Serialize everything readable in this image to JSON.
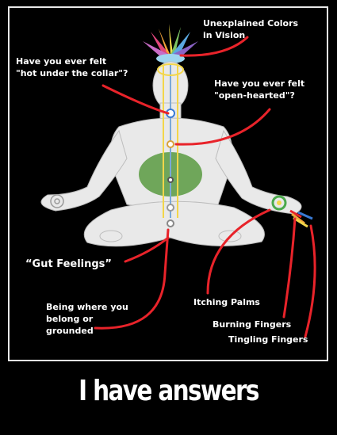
{
  "poster": {
    "labels": {
      "colors": "Unexplained Colors\nin Vision",
      "collar": "Have you ever felt\n\"hot under the collar\"?",
      "hearted": "Have you ever felt\n\"open-hearted\"?",
      "gut": "“Gut Feelings”",
      "grounded": "Being where you\nbelong or\ngrounded",
      "palms": "Itching Palms",
      "burning": "Burning Fingers",
      "tingling": "Tingling Fingers"
    },
    "caption": "I have answers"
  },
  "colors": {
    "background": "#000000",
    "frame": "#e8e8e8",
    "figure": "#e9e9e9",
    "pointer_line": "#e8232a",
    "chakra_green": "#6fa65a",
    "text": "#ffffff"
  }
}
